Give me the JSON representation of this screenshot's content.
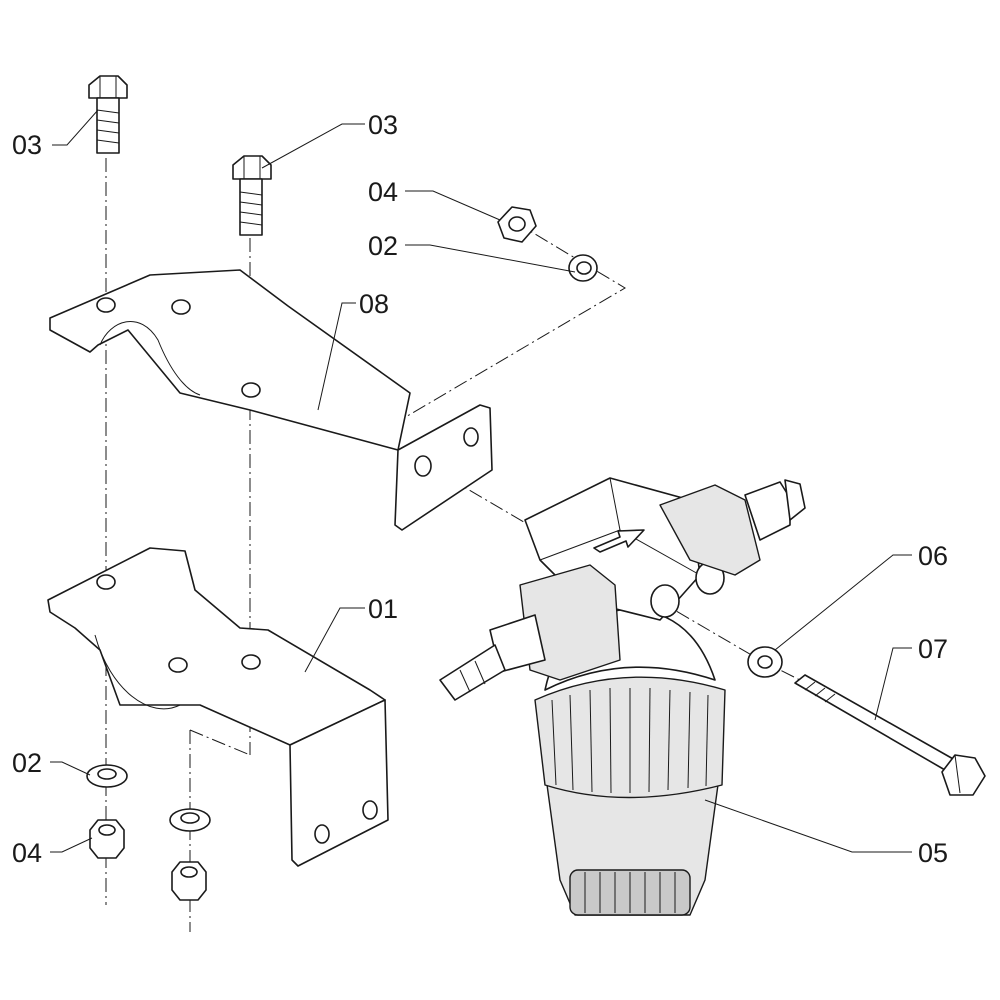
{
  "diagram": {
    "callouts": [
      {
        "id": "lbl-01",
        "text": "01"
      },
      {
        "id": "lbl-02a",
        "text": "02"
      },
      {
        "id": "lbl-02b",
        "text": "02"
      },
      {
        "id": "lbl-03a",
        "text": "03"
      },
      {
        "id": "lbl-03b",
        "text": "03"
      },
      {
        "id": "lbl-04a",
        "text": "04"
      },
      {
        "id": "lbl-04b",
        "text": "04"
      },
      {
        "id": "lbl-05",
        "text": "05"
      },
      {
        "id": "lbl-06",
        "text": "06"
      },
      {
        "id": "lbl-07",
        "text": "07"
      },
      {
        "id": "lbl-08",
        "text": "08"
      }
    ],
    "icons": [
      "hex-bolt-icon",
      "hex-nut-icon",
      "spring-washer-icon",
      "flat-washer-icon",
      "bracket-icon",
      "filter-icon",
      "flow-arrow-icon"
    ],
    "colors": {
      "line": "#1a1a1a",
      "background": "#ffffff",
      "shade": "#e6e6e6"
    }
  }
}
